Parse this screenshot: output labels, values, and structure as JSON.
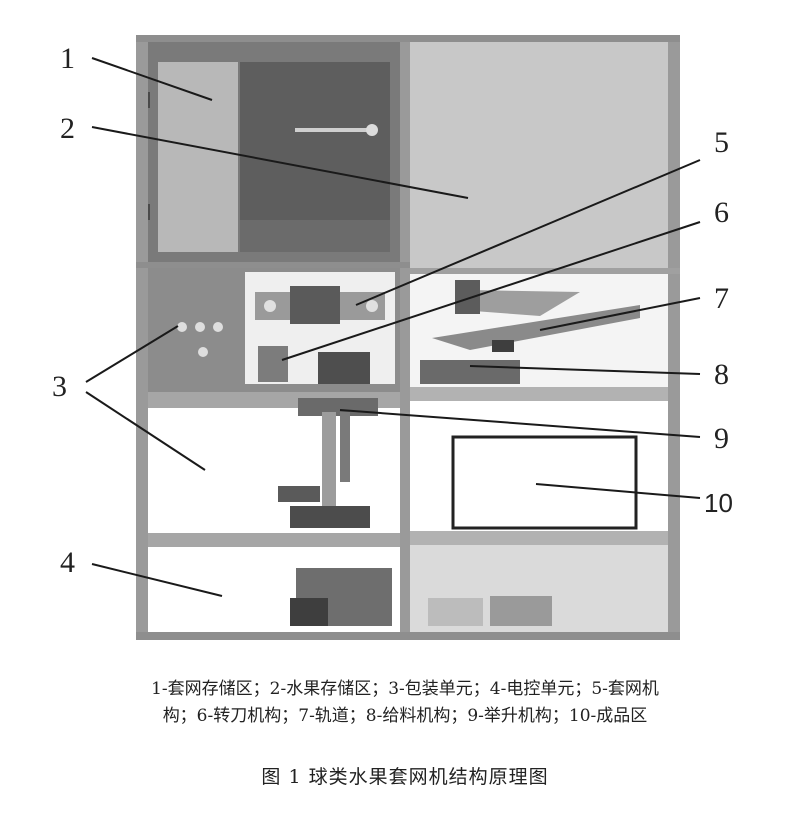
{
  "diagram": {
    "callouts": [
      "1",
      "2",
      "3",
      "4",
      "5",
      "6",
      "7",
      "8",
      "9",
      "10"
    ]
  },
  "legend": {
    "line1": "1-套网存储区；2-水果存储区；3-包装单元；4-电控单元；5-套网机",
    "line2": "构；6-转刀机构；7-轨道；8-给料机构；9-举升机构；10-成品区"
  },
  "caption": "图 1  球类水果套网机结构原理图",
  "colors": {
    "frame": "#8a8a8a",
    "panel_dark": "#6e6e6e",
    "panel_mid": "#9a9a9a",
    "panel_light": "#c4c4c4",
    "leader": "#1a1a1a"
  }
}
